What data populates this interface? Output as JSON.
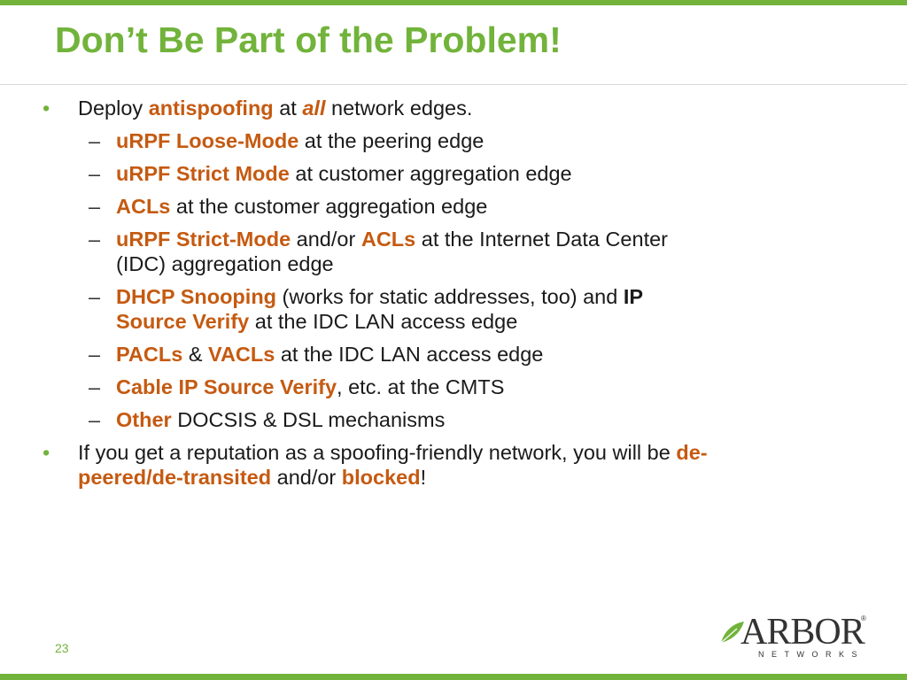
{
  "slide": {
    "title": "Don’t Be Part of the Problem!",
    "page_number": "23"
  },
  "bullet_1": {
    "t1": "Deploy ",
    "h1": "antispoofing",
    "t2": " at ",
    "em": "all",
    "t3": " network edges."
  },
  "sub": {
    "s1": {
      "h": "uRPF Loose-Mode",
      "t": " at the peering edge"
    },
    "s2": {
      "h": "uRPF Strict Mode",
      "t": " at customer aggregation edge"
    },
    "s3": {
      "h": "ACLs",
      "t": " at the customer aggregation edge"
    },
    "s4": {
      "h1": "uRPF Strict-Mode",
      "t1": " and/or ",
      "h2": "ACLs",
      "t2": " at the Internet Data Center",
      "t3": "(IDC) aggregation edge"
    },
    "s5": {
      "h1": "DHCP Snooping",
      "t1": " (works for static addresses, too) and ",
      "b": "IP",
      "h2": "Source Verify",
      "t2": " at the IDC LAN access edge"
    },
    "s6": {
      "h1": "PACLs",
      "t1": " & ",
      "h2": "VACLs",
      "t2": " at the IDC LAN access edge"
    },
    "s7": {
      "h": "Cable IP Source Verify",
      "t": ", etc. at the CMTS"
    },
    "s8": {
      "h": "Other",
      "t": " DOCSIS & DSL mechanisms"
    }
  },
  "bullet_2": {
    "t1": "If you get a reputation as a spoofing-friendly network, you will be ",
    "h1a": "de-",
    "h1b": "peered/de-transited",
    "t2": " and/or ",
    "h2": "blocked",
    "t3": "!"
  },
  "logo": {
    "word": "ARBOR",
    "sub": "NETWORKS",
    "reg": "®",
    "icon": "leaf-icon"
  },
  "colors": {
    "accent_green": "#72b33b",
    "highlight_orange": "#c55a11"
  }
}
